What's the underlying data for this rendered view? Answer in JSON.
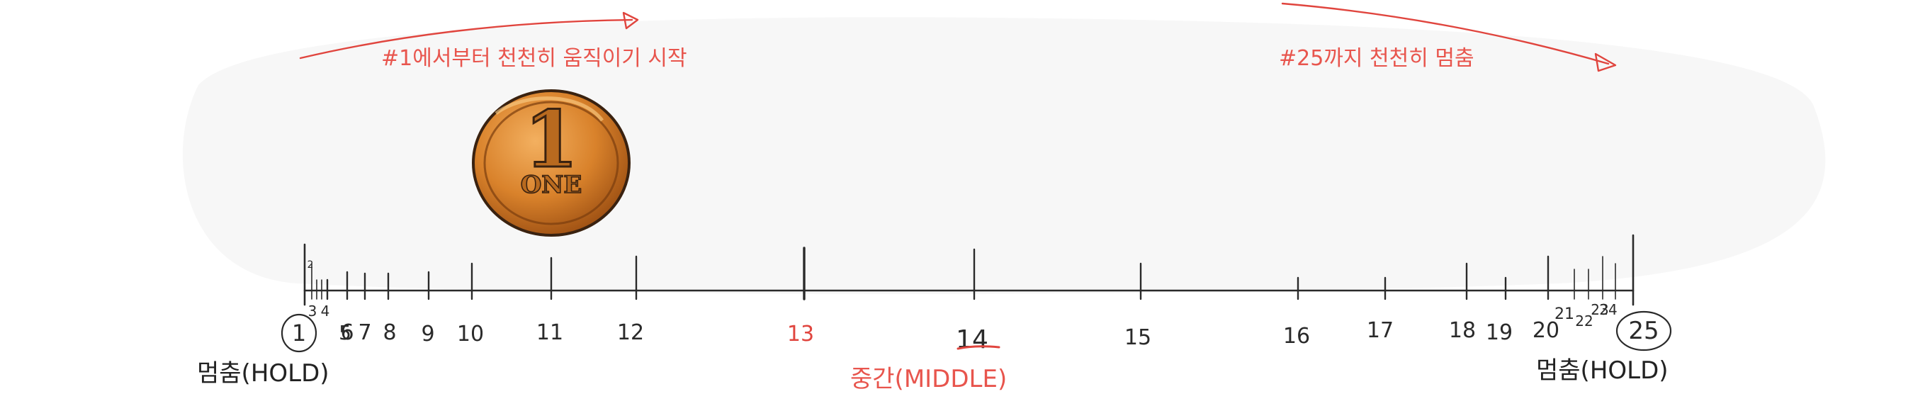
{
  "annotations": {
    "start_note": "#1에서부터 천천히 움직이기 시작",
    "end_note": "#25까지 천천히 멈춤",
    "hold_left": "멈춤(HOLD)",
    "middle": "중간(MIDDLE)",
    "hold_right": "멈춤(HOLD)"
  },
  "coin": {
    "numeral": "1",
    "word": "ONE",
    "icon": "coin-icon"
  },
  "timeline": {
    "frames": [
      "1",
      "2",
      "3",
      "4",
      "5",
      "6",
      "7",
      "8",
      "9",
      "10",
      "11",
      "12",
      "13",
      "14",
      "15",
      "16",
      "17",
      "18",
      "19",
      "20",
      "21",
      "22",
      "23",
      "24",
      "25"
    ],
    "hold_frames": [
      "1",
      "25"
    ],
    "middle_frame": "13"
  },
  "colors": {
    "accent": "#e0453e",
    "ink": "#2a2a2a",
    "coin_base": "#d9822b",
    "coin_shadow": "#9b4e12",
    "background": "#ffffff"
  }
}
